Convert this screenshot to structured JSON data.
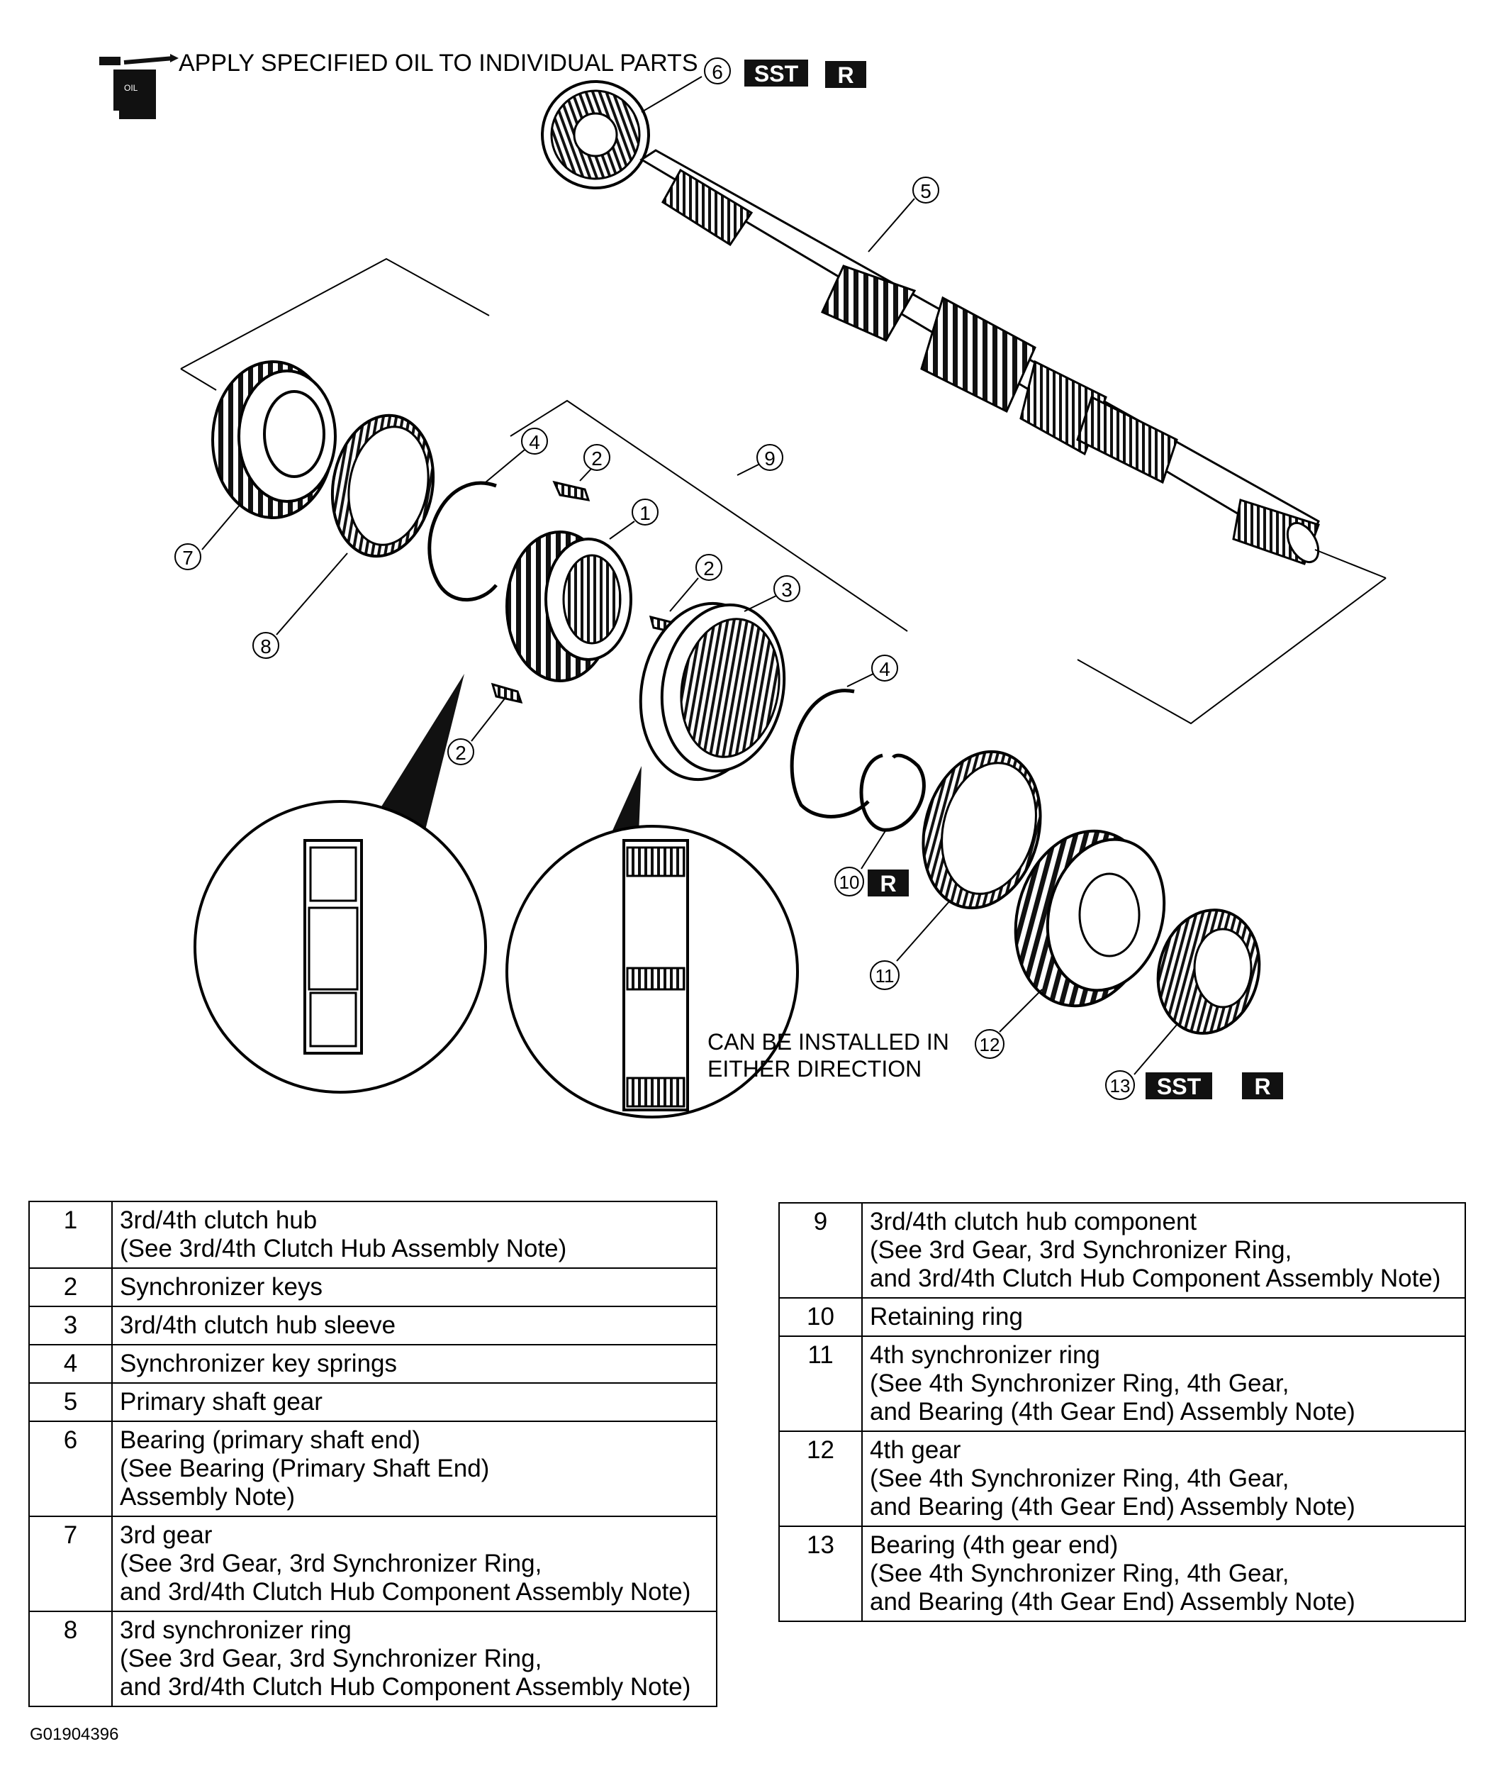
{
  "header": {
    "oil_note": "APPLY SPECIFIED OIL TO INDIVIDUAL PARTS",
    "oil_icon_text": "OIL"
  },
  "badges": {
    "sst": "SST",
    "r": "R"
  },
  "callouts": {
    "c1": "1",
    "c2": "2",
    "c3": "3",
    "c4": "4",
    "c5": "5",
    "c6": "6",
    "c7": "7",
    "c8": "8",
    "c9": "9",
    "c10": "10",
    "c11": "11",
    "c12": "12",
    "c13": "13"
  },
  "note": {
    "line1": "CAN BE INSTALLED IN",
    "line2": "EITHER DIRECTION"
  },
  "table_left": [
    {
      "num": "1",
      "lines": [
        "3rd/4th clutch hub",
        "(See 3rd/4th Clutch Hub Assembly Note)"
      ]
    },
    {
      "num": "2",
      "lines": [
        "Synchronizer keys"
      ]
    },
    {
      "num": "3",
      "lines": [
        "3rd/4th clutch hub sleeve"
      ]
    },
    {
      "num": "4",
      "lines": [
        "Synchronizer key springs"
      ]
    },
    {
      "num": "5",
      "lines": [
        "Primary shaft gear"
      ]
    },
    {
      "num": "6",
      "lines": [
        "Bearing (primary shaft end)",
        "(See Bearing (Primary Shaft End)",
        "Assembly Note)"
      ]
    },
    {
      "num": "7",
      "lines": [
        "3rd gear",
        "(See 3rd Gear, 3rd Synchronizer Ring,",
        "and 3rd/4th Clutch Hub Component Assembly Note)"
      ]
    },
    {
      "num": "8",
      "lines": [
        "3rd synchronizer ring",
        "(See 3rd Gear, 3rd Synchronizer Ring,",
        "and 3rd/4th Clutch Hub Component Assembly Note)"
      ]
    }
  ],
  "table_right": [
    {
      "num": "9",
      "lines": [
        "3rd/4th clutch hub component",
        "(See 3rd Gear, 3rd Synchronizer Ring,",
        "and 3rd/4th Clutch Hub Component Assembly Note)"
      ]
    },
    {
      "num": "10",
      "lines": [
        "Retaining ring"
      ]
    },
    {
      "num": "11",
      "lines": [
        "4th synchronizer ring",
        "(See 4th Synchronizer Ring, 4th Gear,",
        "and Bearing (4th Gear End) Assembly Note)"
      ]
    },
    {
      "num": "12",
      "lines": [
        "4th gear",
        "(See 4th Synchronizer Ring, 4th Gear,",
        "and Bearing (4th Gear End) Assembly Note)"
      ]
    },
    {
      "num": "13",
      "lines": [
        "Bearing (4th gear end)",
        "(See 4th Synchronizer Ring, 4th Gear,",
        "and Bearing (4th Gear End) Assembly Note)"
      ]
    }
  ],
  "figure_id": "G01904396"
}
